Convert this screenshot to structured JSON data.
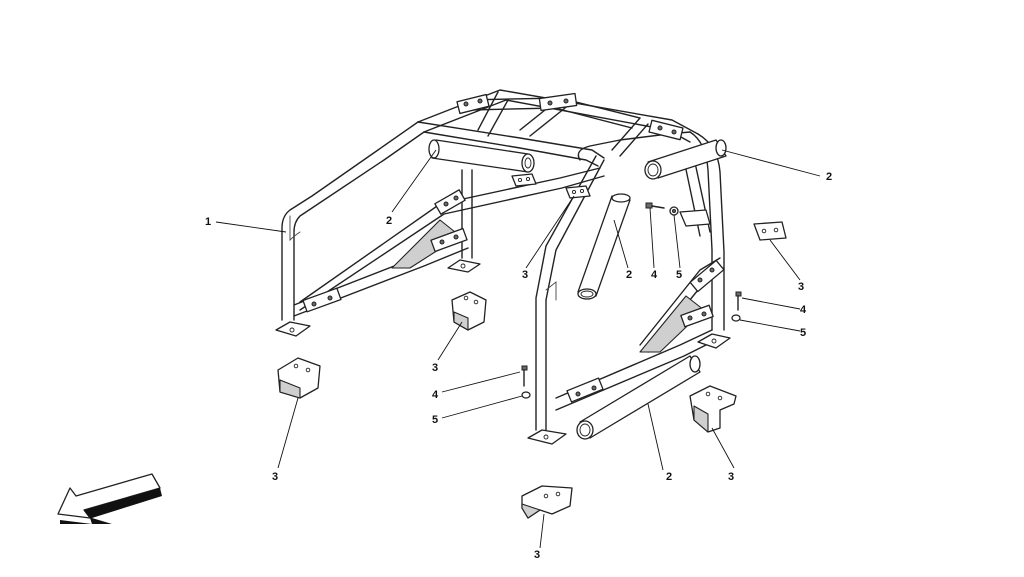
{
  "callouts": [
    {
      "id": "c1",
      "label": "1"
    },
    {
      "id": "c2a",
      "label": "2"
    },
    {
      "id": "c2b",
      "label": "2"
    },
    {
      "id": "c2c",
      "label": "2"
    },
    {
      "id": "c2d",
      "label": "2"
    },
    {
      "id": "c3a",
      "label": "3"
    },
    {
      "id": "c3b",
      "label": "3"
    },
    {
      "id": "c3c",
      "label": "3"
    },
    {
      "id": "c3d",
      "label": "3"
    },
    {
      "id": "c3e",
      "label": "3"
    },
    {
      "id": "c3f",
      "label": "3"
    },
    {
      "id": "c4a",
      "label": "4"
    },
    {
      "id": "c4b",
      "label": "4"
    },
    {
      "id": "c4c",
      "label": "4"
    },
    {
      "id": "c5a",
      "label": "5"
    },
    {
      "id": "c5b",
      "label": "5"
    },
    {
      "id": "c5c",
      "label": "5"
    }
  ],
  "icons": {
    "direction_arrow": "direction-arrow-icon"
  },
  "colors": {
    "line": "#222222",
    "shade": "#cfcfcf",
    "background": "#ffffff"
  }
}
